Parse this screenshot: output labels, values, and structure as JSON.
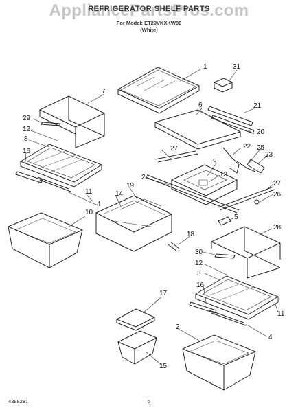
{
  "header": {
    "title": "REFRIGERATOR SHELF PARTS",
    "model_line": "For Model: ET20VKXKW00",
    "color_line": "(White)"
  },
  "watermark": "AppliancePartsPros.com",
  "footer": {
    "doc_number": "4388281",
    "page_number": "5"
  },
  "callouts": [
    "1",
    "31",
    "7",
    "6",
    "21",
    "29",
    "20",
    "12",
    "8",
    "22",
    "25",
    "27",
    "23",
    "16",
    "13",
    "9",
    "24",
    "19",
    "27",
    "26",
    "11",
    "14",
    "4",
    "10",
    "5",
    "28",
    "18",
    "30",
    "12",
    "3",
    "16",
    "17",
    "2",
    "11",
    "4",
    "15"
  ]
}
